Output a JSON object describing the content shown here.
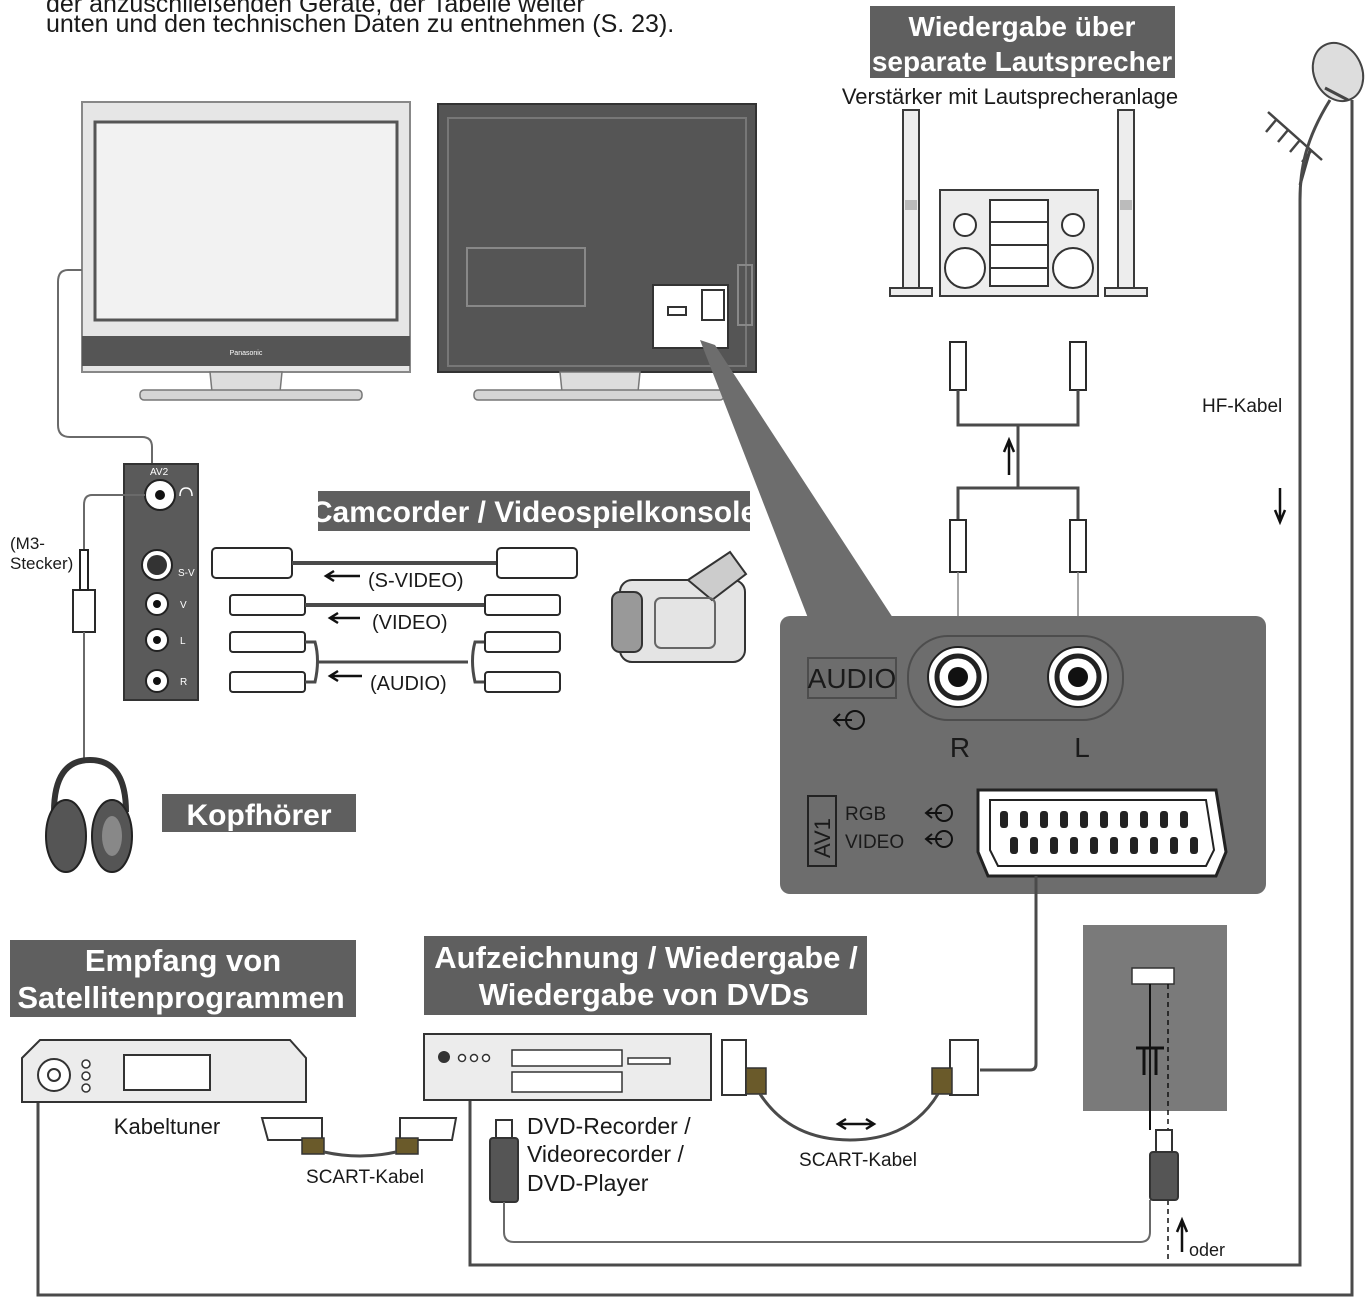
{
  "intro": {
    "line1": "der anzuschließenden Geräte, der Tabelle weiter",
    "line2": "unten und den technischen Daten zu entnehmen (S. 23)."
  },
  "speakers": {
    "title_line1": "Wiedergabe über",
    "title_line2": "separate Lautsprecher",
    "subtitle": "Verstärker mit Lautsprecheranlage"
  },
  "hf_cable": {
    "label": "HF-Kabel"
  },
  "tv": {
    "brand": "Panasonic"
  },
  "side_panel": {
    "av2": "AV2",
    "sv": "S-V",
    "v": "V",
    "l": "L",
    "r": "R"
  },
  "m3": {
    "line1": "(M3-",
    "line2": "Stecker)"
  },
  "camcorder": {
    "title": "Camcorder / Videospielkonsole",
    "svideo": "(S-VIDEO)",
    "video": "(VIDEO)",
    "audio": "(AUDIO)"
  },
  "headphones": {
    "title": "Kopfhörer"
  },
  "rear_panel": {
    "audio": "AUDIO",
    "r": "R",
    "l": "L",
    "av1": "AV1",
    "rgb": "RGB",
    "video": "VIDEO"
  },
  "satellite": {
    "title_line1": "Empfang von",
    "title_line2": "Satellitenprogrammen",
    "tuner": "Kabeltuner",
    "scart": "SCART-Kabel"
  },
  "recording": {
    "title_line1": "Aufzeichnung / Wiedergabe /",
    "title_line2": "Wiedergabe von DVDs",
    "device_line1": "DVD-Recorder /",
    "device_line2": "Videorecorder /",
    "device_line3": "DVD-Player",
    "scart": "SCART-Kabel"
  },
  "wall": {
    "oder": "oder"
  }
}
